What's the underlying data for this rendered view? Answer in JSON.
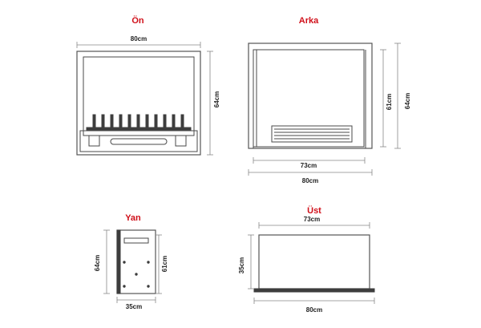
{
  "views": {
    "front": {
      "title": "Ön",
      "width_label": "80cm",
      "height_label": "64cm"
    },
    "back": {
      "title": "Arka",
      "inner_width_label": "73cm",
      "outer_width_label": "80cm",
      "inner_height_label": "61cm",
      "outer_height_label": "64cm"
    },
    "side": {
      "title": "Yan",
      "outer_height_label": "64cm",
      "inner_height_label": "61cm",
      "depth_label": "35cm"
    },
    "top": {
      "title": "Üst",
      "inner_width_label": "73cm",
      "depth_label": "35cm",
      "outer_width_label": "80cm"
    }
  },
  "colors": {
    "title": "#d0101a",
    "line": "#4a4a4a",
    "dark_fill": "#3d3d3d"
  }
}
